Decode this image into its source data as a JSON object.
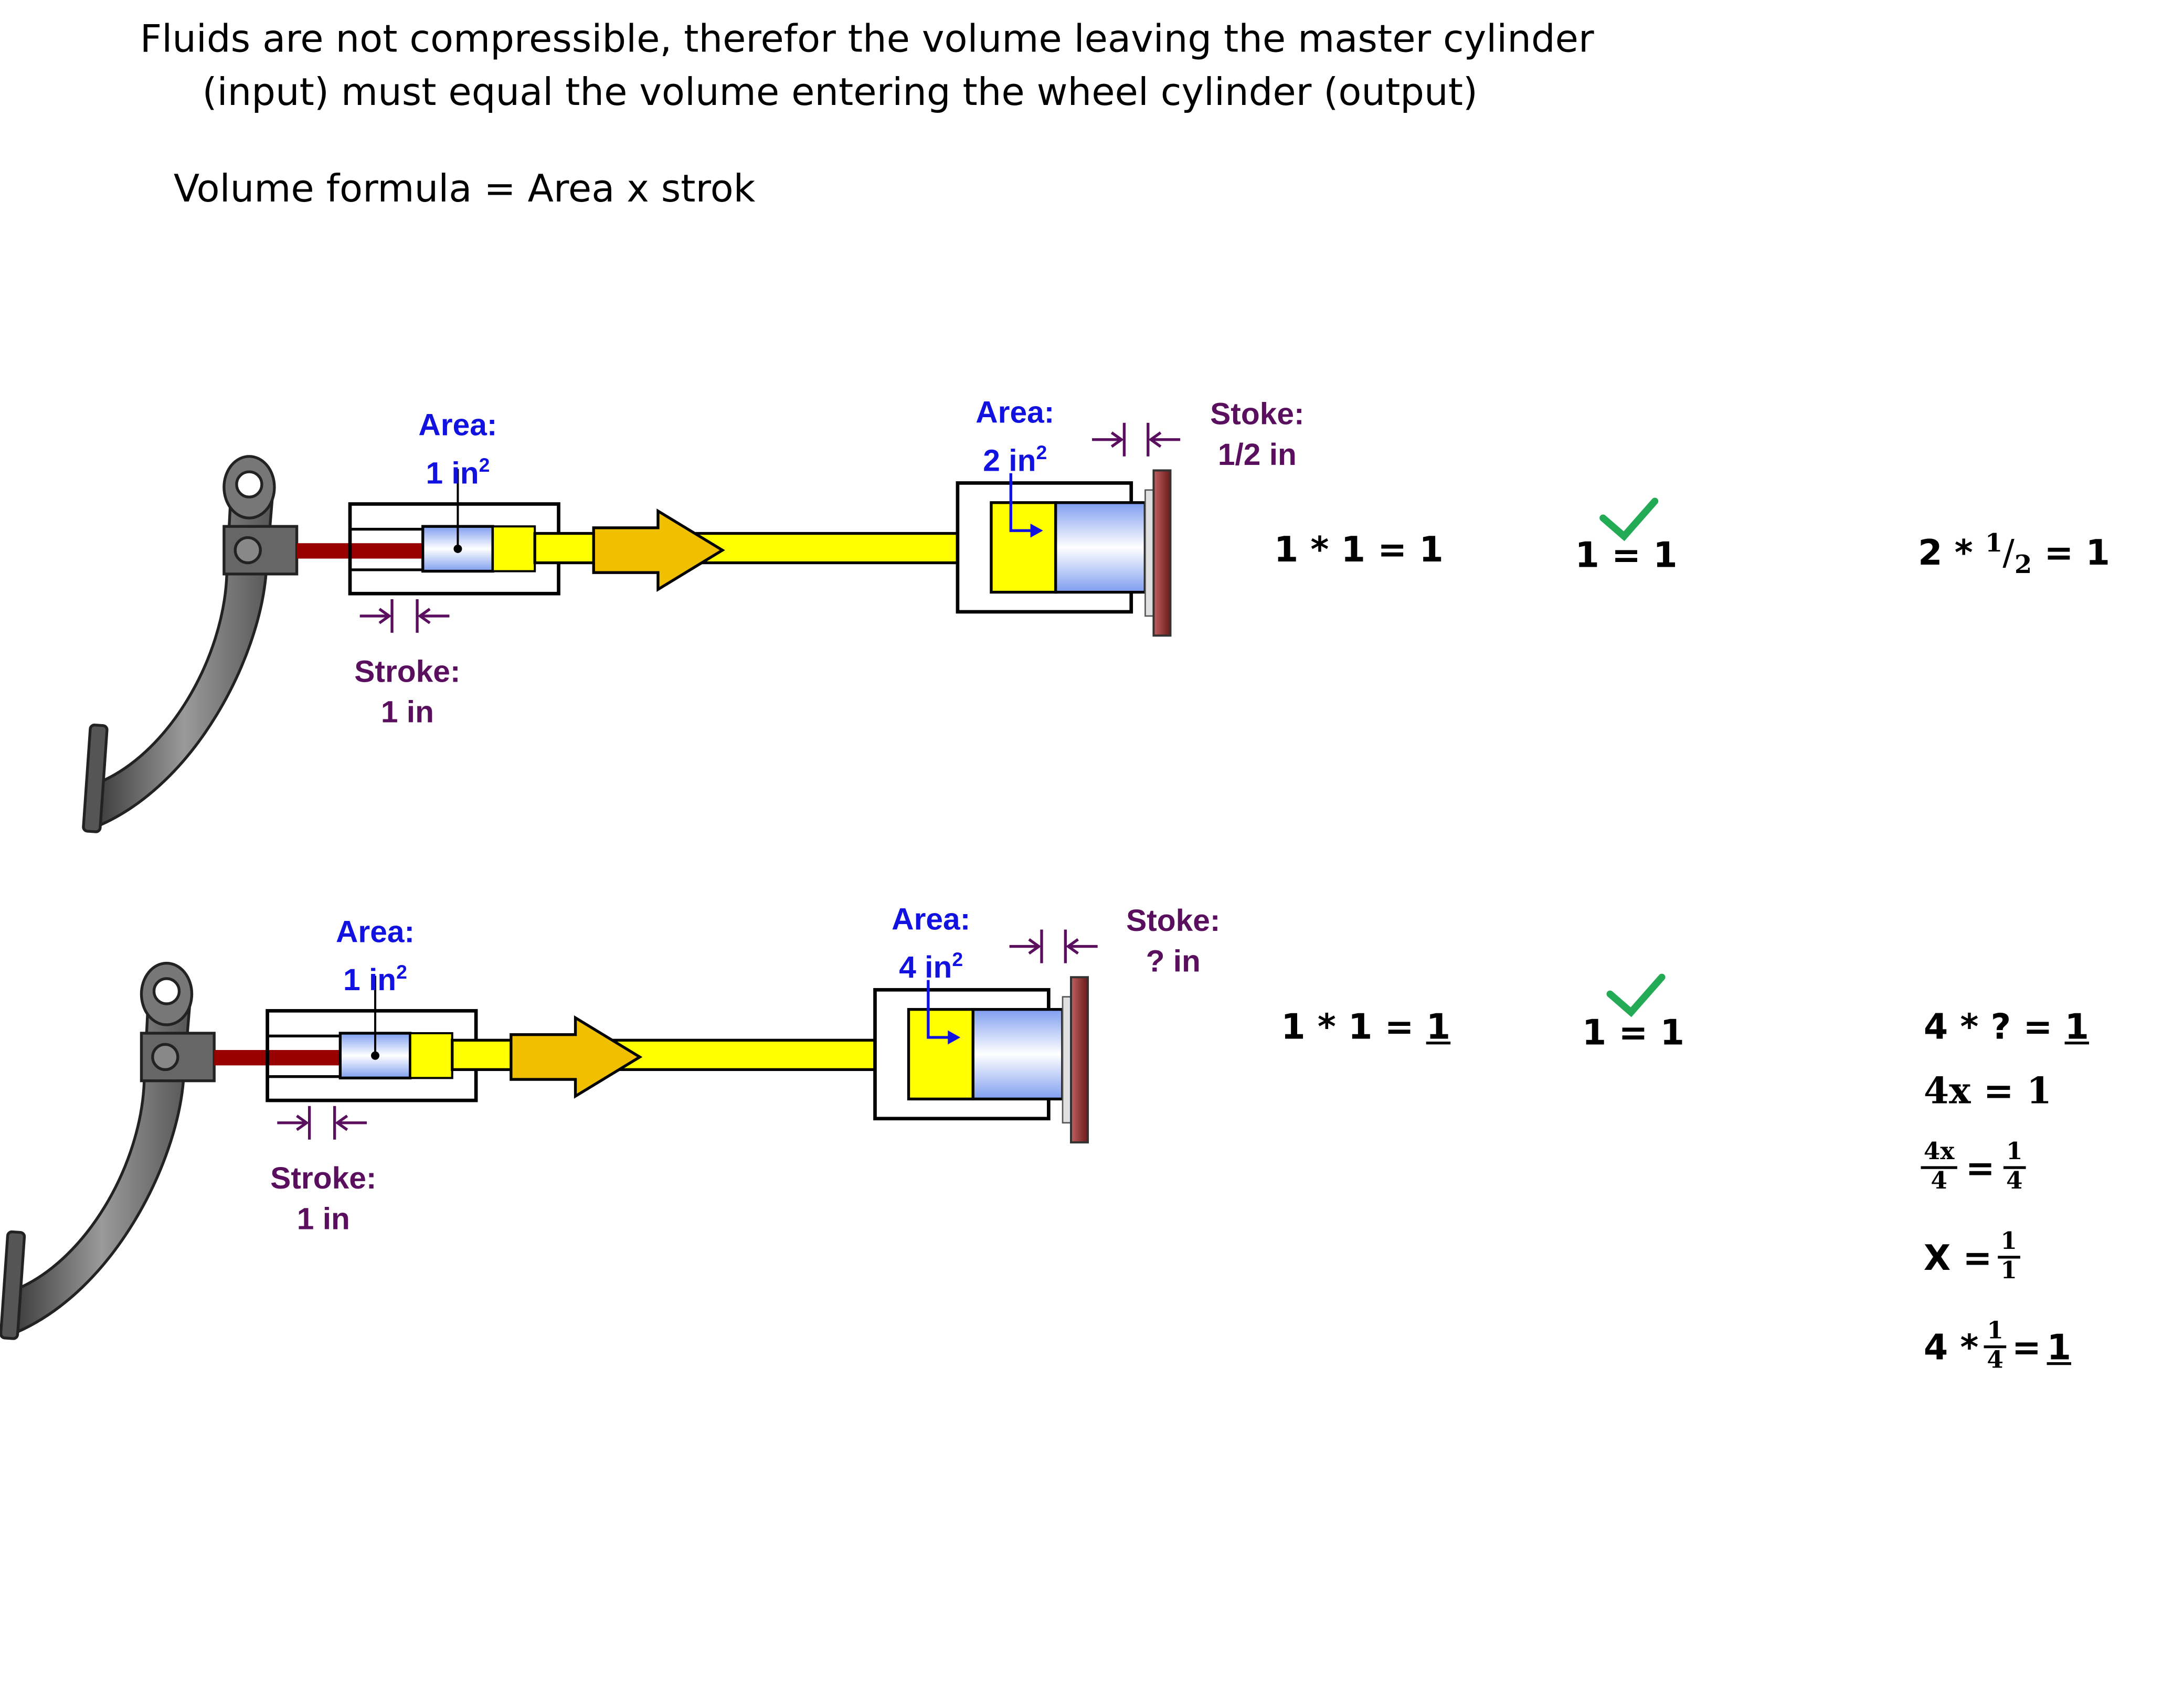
{
  "intro": {
    "line1": "Fluids are not compressible, therefor the volume leaving the master cylinder",
    "line2": "(input) must equal the volume entering the wheel cylinder (output)",
    "formula": "Volume formula = Area x strok"
  },
  "diagram1": {
    "master_area_label": "Area:",
    "master_area_value": "1 in",
    "master_area_sup": "2",
    "master_stroke_label": "Stroke:",
    "master_stroke_value": "1 in",
    "wheel_area_label": "Area:",
    "wheel_area_value": "2 in",
    "wheel_area_sup": "2",
    "wheel_stroke_label": "Stoke:",
    "wheel_stroke_value": "1/2 in",
    "input_eq": "1 * 1 = 1",
    "balance_eq": "1 = 1",
    "output_eq_prefix": "2 * ",
    "output_eq_num": "1",
    "output_eq_slash": "/",
    "output_eq_den": "2",
    "output_eq_suffix": " = 1"
  },
  "diagram2": {
    "master_area_label": "Area:",
    "master_area_value": "1 in",
    "master_area_sup": "2",
    "master_stroke_label": "Stroke:",
    "master_stroke_value": "1 in",
    "wheel_area_label": "Area:",
    "wheel_area_value": "4 in",
    "wheel_area_sup": "2",
    "wheel_stroke_label": "Stoke:",
    "wheel_stroke_value": "? in",
    "input_eq_prefix": "1 * 1 = ",
    "input_eq_result": "1",
    "balance_eq": "1 = 1",
    "solve_step1_prefix": "4 * ? = ",
    "solve_step1_result": "1",
    "solve_step2": "4x = 1",
    "solve_step3_lhs_num": "4x",
    "solve_step3_lhs_den": "4",
    "solve_step3_eq": "=",
    "solve_step3_rhs_num": "1",
    "solve_step3_rhs_den": "4",
    "solve_step4_prefix": "X = ",
    "solve_step4_num": "1",
    "solve_step4_den": "1",
    "solve_step5_prefix": "4 * ",
    "solve_step5_num": "1",
    "solve_step5_den": "4",
    "solve_step5_eq": " = ",
    "solve_step5_result": "1"
  },
  "colors": {
    "fluid": "#ffff00",
    "piston": "#8aa6f0",
    "rod": "#990000",
    "arrow": "#f0c000",
    "area_text": "#1212e0",
    "stroke_text": "#5a0f5e",
    "check": "#22aa55",
    "rotor": "#8b2b2b"
  },
  "icons": [
    "brake-pedal-icon",
    "flow-arrow-icon",
    "checkmark-icon"
  ]
}
